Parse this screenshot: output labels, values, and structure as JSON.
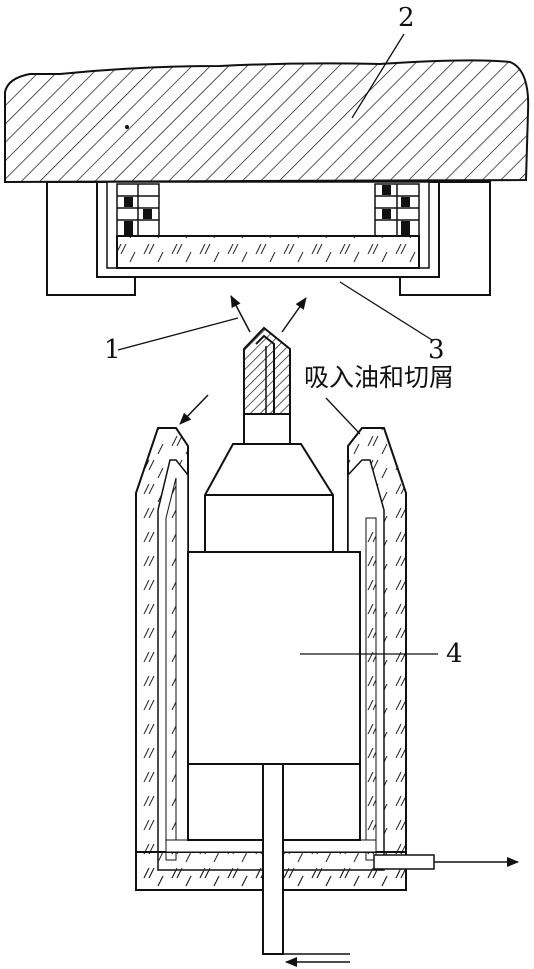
{
  "labels": {
    "part1": "1",
    "part2": "2",
    "part3": "3",
    "part4": "4",
    "caption": "吸入油和切屑"
  }
}
